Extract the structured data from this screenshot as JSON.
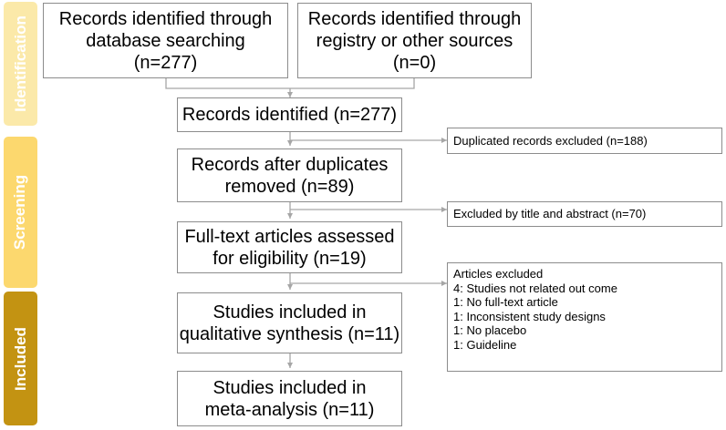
{
  "phases": [
    {
      "label": "Identification",
      "color": "#fbe9a9"
    },
    {
      "label": "Screening",
      "color": "#fcd86e"
    },
    {
      "label": "Included",
      "color": "#c39312"
    }
  ],
  "boxes": {
    "database": [
      "Records identified through",
      "database searching",
      "(n=277)"
    ],
    "registry": [
      "Records identified through",
      "registry or other sources",
      "(n=0)"
    ],
    "identified": [
      "Records identified (n=277)"
    ],
    "after_duplicates": [
      "Records after duplicates",
      "removed (n=89)"
    ],
    "full_text": [
      "Full-text articles assessed",
      "for eligibility (n=19)"
    ],
    "qualitative": [
      "Studies included in",
      "qualitative synthesis (n=11)"
    ],
    "meta": [
      "Studies included in",
      "meta-analysis (n=11)"
    ]
  },
  "exclusions": {
    "duplicates": "Duplicated records excluded (n=188)",
    "title_abstract": "Excluded by title and abstract (n=70)",
    "articles": [
      "Articles excluded",
      "4: Studies not related out come",
      "1: No full-text article",
      "1: Inconsistent study designs",
      "1: No placebo",
      "1: Guideline"
    ]
  },
  "colors": {
    "border": "#8c8c8c",
    "arrow": "#a6a6a6"
  }
}
